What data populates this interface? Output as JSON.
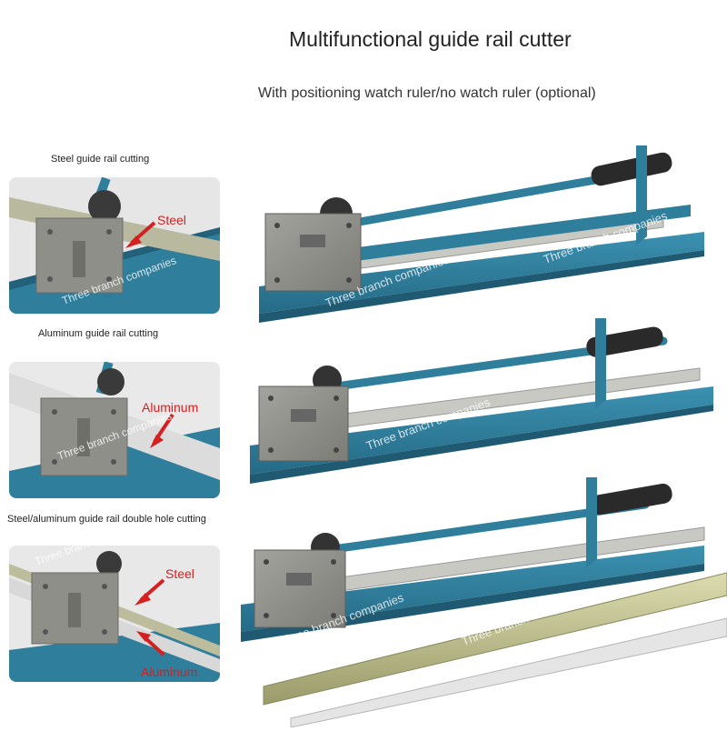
{
  "header": {
    "title": "Multifunctional guide rail cutter",
    "subtitle": "With positioning watch ruler/no watch ruler (optional)"
  },
  "panels": [
    {
      "caption": "Steel guide rail cutting",
      "labels": [
        "Steel"
      ]
    },
    {
      "caption": "Aluminum guide rail cutting",
      "labels": [
        "Aluminum"
      ]
    },
    {
      "caption": "Steel/aluminum guide rail double hole cutting",
      "labels": [
        "Steel",
        "Aluminum"
      ]
    }
  ],
  "watermark": "Three branch companies",
  "colors": {
    "base_blue": "#2f7f9c",
    "base_dark": "#23607a",
    "steel_block": "#8f8f8a",
    "ruler": "#c9c9c4",
    "red": "#d42020",
    "grip": "#2a2a2a"
  }
}
